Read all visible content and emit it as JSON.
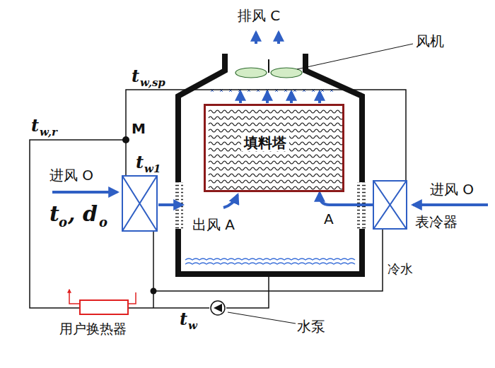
{
  "diagram": {
    "nodes": [
      {
        "text": [
          "填料塔"
        ]
      },
      {
        "text": [
          "表冷器"
        ]
      },
      {
        "text": [
          "用户换热器"
        ]
      }
    ],
    "edges": [
      {
        "from": 1,
        "to": 0,
        "arrow": "to",
        "label": "A"
      }
    ],
    "labels": [
      "排风 C",
      "风机",
      "t",
      "w,sp",
      "t",
      "w,r",
      "M",
      "t",
      "w1",
      "进风 O",
      "t",
      "o",
      ", d",
      "o",
      "出风 A",
      "进风 O",
      "冷水",
      "t",
      "w",
      "水泵"
    ]
  }
}
